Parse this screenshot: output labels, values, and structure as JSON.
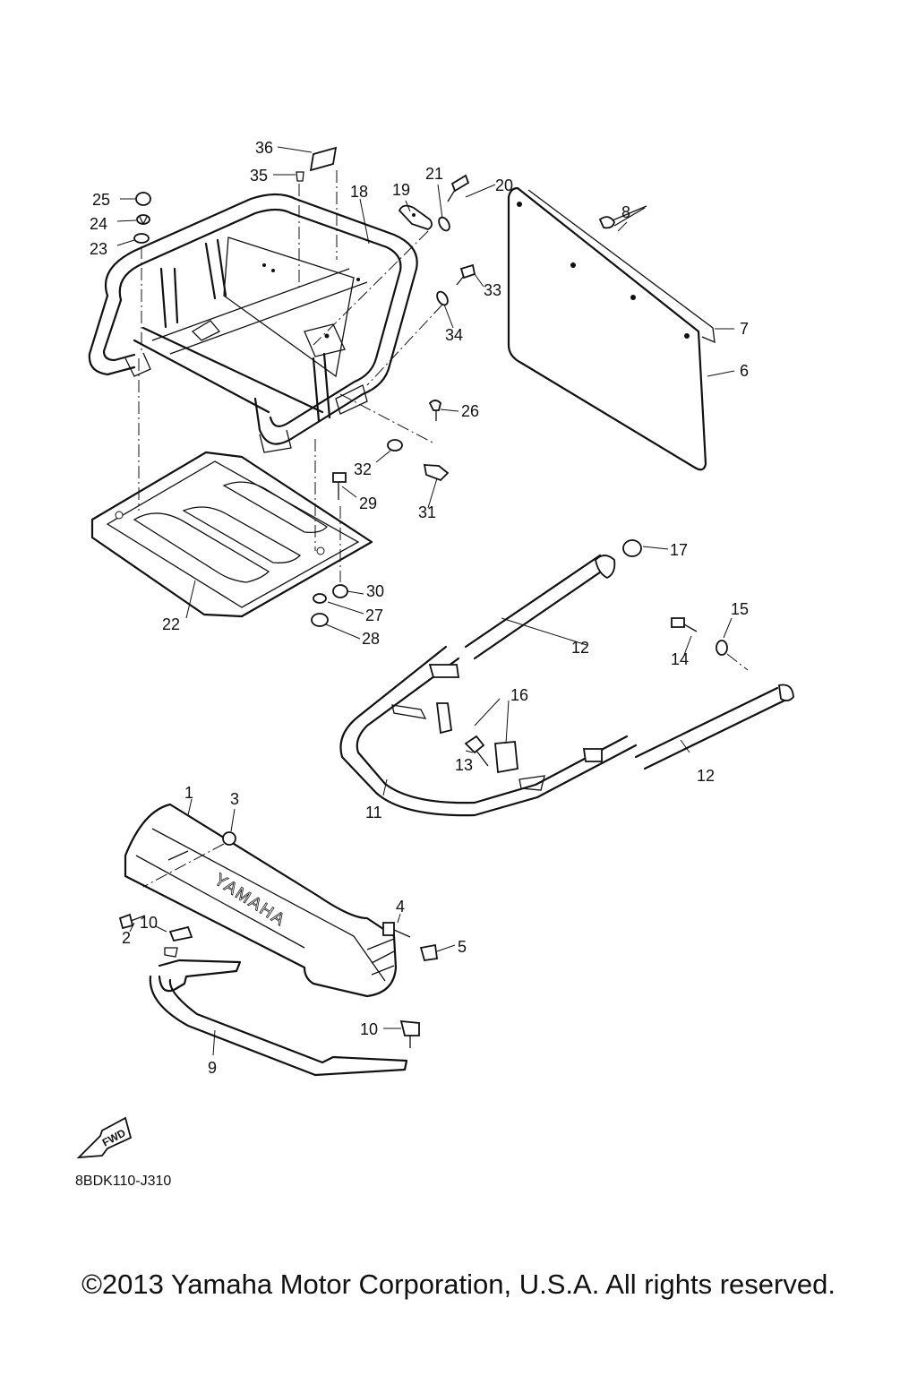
{
  "diagram": {
    "code": "8BDK110-J310",
    "copyright": "©2013 Yamaha Motor Corporation, U.S.A. All rights reserved.",
    "brand_text": "YAMAHA",
    "fwd_text": "FWD",
    "callouts": [
      "1",
      "2",
      "3",
      "4",
      "5",
      "6",
      "7",
      "8",
      "9",
      "10",
      "10",
      "11",
      "12",
      "12",
      "13",
      "14",
      "15",
      "16",
      "17",
      "18",
      "19",
      "20",
      "21",
      "22",
      "23",
      "24",
      "25",
      "26",
      "27",
      "28",
      "29",
      "30",
      "31",
      "32",
      "33",
      "34",
      "35",
      "36"
    ]
  }
}
